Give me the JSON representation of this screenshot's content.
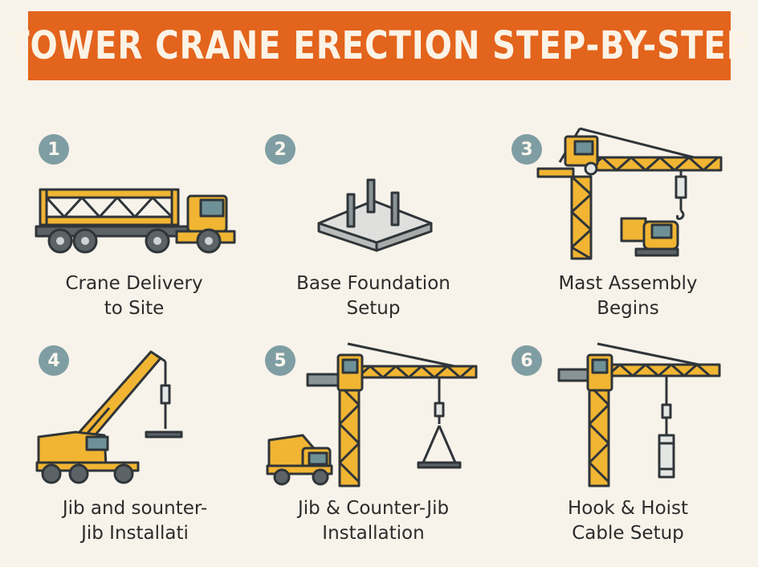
{
  "header": {
    "title": "TOWER CRANE ERECTION STEP-BY-STEP"
  },
  "colors": {
    "banner": "#e3641c",
    "background": "#f8f3ea",
    "badge": "#7f9ea3",
    "crane_yellow": "#f1b533",
    "outline": "#2f3539",
    "glass": "#6e9198"
  },
  "steps": [
    {
      "number": "1",
      "caption_line1": "Crane Delivery",
      "caption_line2": "to Site",
      "icon": "flatbed-truck-icon"
    },
    {
      "number": "2",
      "caption_line1": "Base Foundation",
      "caption_line2": "Setup",
      "icon": "concrete-foundation-icon"
    },
    {
      "number": "3",
      "caption_line1": "Mast Assembly",
      "caption_line2": "Begins",
      "icon": "tower-crane-icon"
    },
    {
      "number": "4",
      "caption_line1": "Jib and sounter-",
      "caption_line2": "Jib Installati",
      "icon": "mobile-crane-icon"
    },
    {
      "number": "5",
      "caption_line1": "Jib & Counter-Jib",
      "caption_line2": "Installation",
      "icon": "tower-crane-with-truck-icon"
    },
    {
      "number": "6",
      "caption_line1": "Hook & Hoist",
      "caption_line2": "Cable Setup",
      "icon": "tower-crane-hook-icon"
    }
  ]
}
